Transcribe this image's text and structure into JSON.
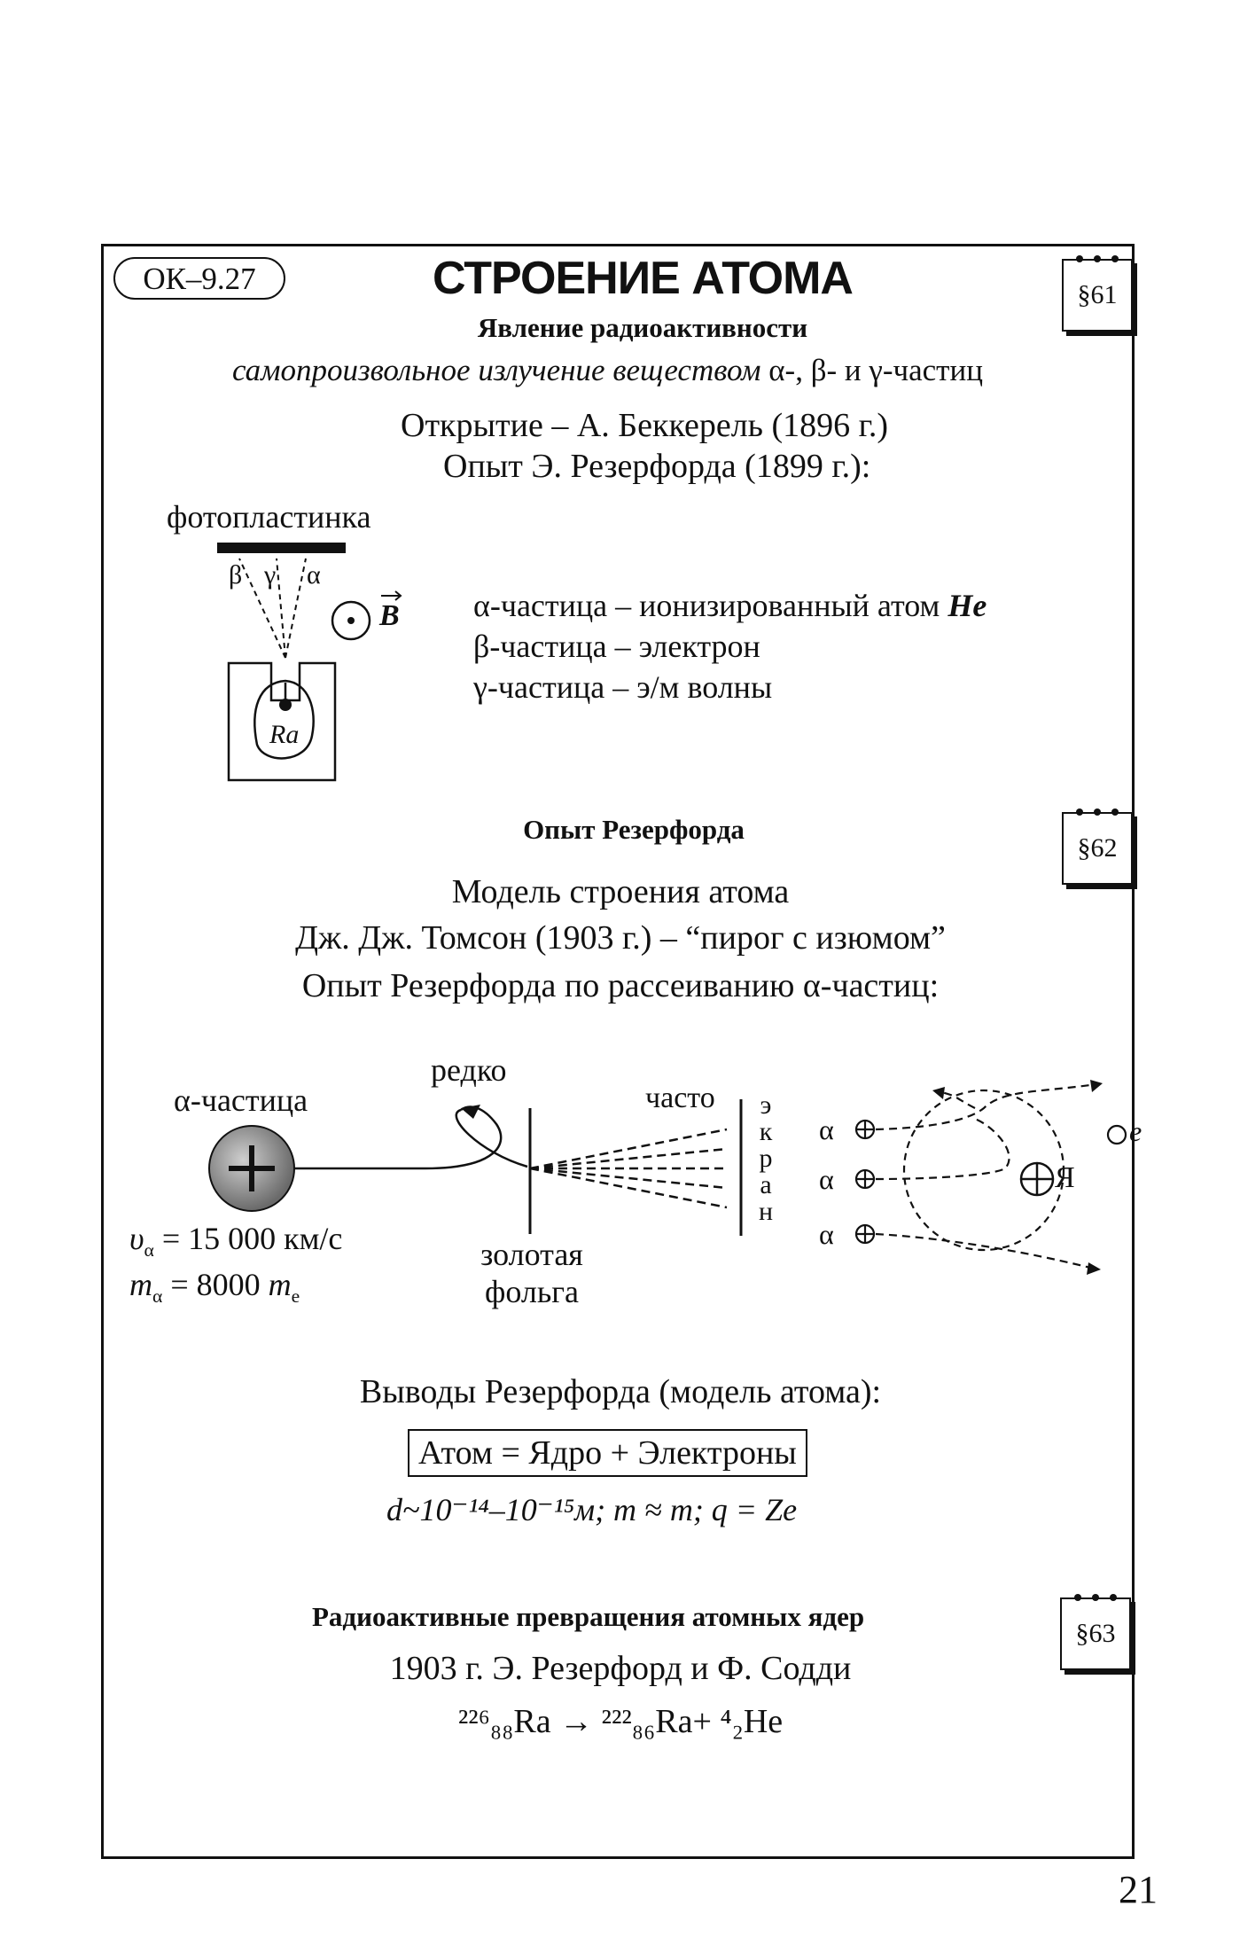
{
  "header": {
    "code": "ОК–9.27",
    "title": "СТРОЕНИЕ АТОМА",
    "paragraph_61": "§61"
  },
  "radioactivity": {
    "heading": "Явление радиоактивности",
    "definition_prefix": "самопроизвольное излучение веществом",
    "definition_particles": "α-,  β- и γ-частиц",
    "discovery": "Открытие  – А. Беккерель (1896 г.)",
    "experiment": "Опыт Э. Резерфорда (1899 г.):",
    "figure": {
      "plate_label": "фотопластинка",
      "beta": "β",
      "gamma": "γ",
      "alpha": "α",
      "field": "B",
      "source": "Ra"
    },
    "particles": [
      {
        "symbol": "α-частица",
        "description": "– ионизированный атом",
        "extra": "He"
      },
      {
        "symbol": "β-частица",
        "description": "– электрон",
        "extra": ""
      },
      {
        "symbol": "γ-частица",
        "description": "– э/м волны",
        "extra": ""
      }
    ]
  },
  "rutherford": {
    "heading": "Опыт Резерфорда",
    "paragraph_62": "§62",
    "model_title": "Модель строения атома",
    "thomson": "Дж. Дж. Томсон (1903 г.) – “пирог с изюмом”",
    "scattering": "Опыт Резерфорда по рассеиванию α-частиц:",
    "figure": {
      "alpha_label": "α-частица",
      "rarely": "редко",
      "often": "часто",
      "screen_letters": [
        "э",
        "к",
        "р",
        "а",
        "н"
      ],
      "foil_line1": "золотая",
      "foil_line2": "фольга",
      "velocity": "= 15 000 км/с",
      "mass": "= 8000",
      "alpha_symbols": [
        "α",
        "α",
        "α"
      ],
      "nucleus": "Я",
      "electron": "e"
    },
    "conclusions_title": "Выводы Резерфорда (модель атома):",
    "formula_box": "Атом = Ядро + Электроны",
    "params": "d~10⁻¹⁴–10⁻¹⁵м; m ≈ m; q = Ze"
  },
  "transformations": {
    "heading": "Радиоактивные превращения атомных ядер",
    "paragraph_63": "§63",
    "discovery": "1903 г. Э. Резерфорд и Ф. Содди",
    "reaction": "²²⁶₈₈Ra → ²²²₈₆Ra+ ⁴₂He"
  },
  "page_number": "21"
}
